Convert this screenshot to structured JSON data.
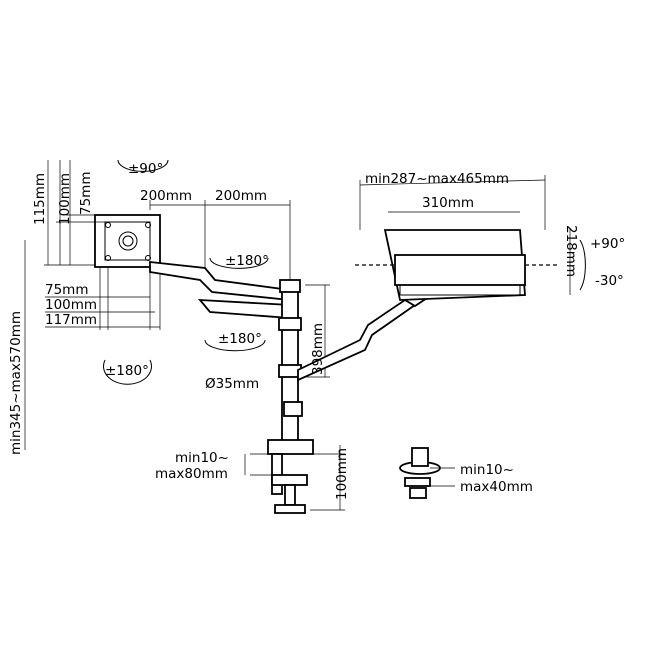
{
  "labels": {
    "tilt_monitor": "±90°",
    "arm_200_a": "200mm",
    "arm_200_b": "200mm",
    "vesa_115": "115mm",
    "vesa_100_v": "100mm",
    "vesa_75_v": "75mm",
    "vesa_75_h": "75mm",
    "vesa_100_h": "100mm",
    "vesa_117_h": "117mm",
    "rot_180_a": "±180°",
    "rot_180_b": "±180°",
    "rot_180_c": "±180°",
    "height_range": "min345~max570mm",
    "pole_398": "398mm",
    "pole_dia": "Ø35mm",
    "base_100": "100mm",
    "clamp_min": "min10~",
    "clamp_max": "max80mm",
    "grommet_min": "min10~",
    "grommet_max": "max40mm",
    "tray_range": "min287~max465mm",
    "tray_310": "310mm",
    "tray_218": "218mm",
    "tray_plus90": "+90°",
    "tray_minus30": "-30°"
  }
}
